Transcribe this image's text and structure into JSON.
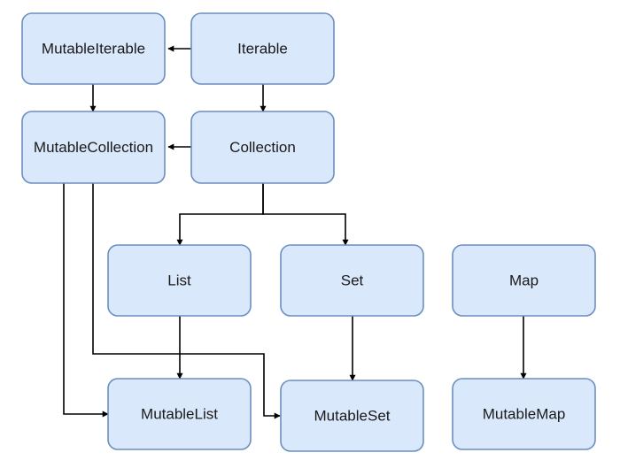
{
  "style": {
    "node_fill": "#dae8fc",
    "node_stroke": "#6c8ebf",
    "edge_color": "#000000"
  },
  "nodes": {
    "mutable_iterable": "MutableIterable",
    "iterable": "Iterable",
    "mutable_collection": "MutableCollection",
    "collection": "Collection",
    "list": "List",
    "set": "Set",
    "map": "Map",
    "mutable_list": "MutableList",
    "mutable_set": "MutableSet",
    "mutable_map": "MutableMap"
  },
  "edges": [
    {
      "from": "Iterable",
      "to": "MutableIterable"
    },
    {
      "from": "MutableIterable",
      "to": "MutableCollection"
    },
    {
      "from": "Iterable",
      "to": "Collection"
    },
    {
      "from": "Collection",
      "to": "MutableCollection"
    },
    {
      "from": "Collection",
      "to": "List"
    },
    {
      "from": "Collection",
      "to": "Set"
    },
    {
      "from": "MutableCollection",
      "to": "MutableList"
    },
    {
      "from": "MutableCollection",
      "to": "MutableSet"
    },
    {
      "from": "List",
      "to": "MutableList"
    },
    {
      "from": "Set",
      "to": "MutableSet"
    },
    {
      "from": "Map",
      "to": "MutableMap"
    }
  ]
}
